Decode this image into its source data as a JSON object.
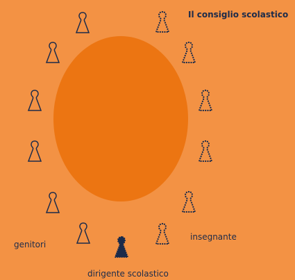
{
  "title": "Il consiglio scolastico",
  "labels": {
    "parents": "genitori",
    "teacher": "insegnante",
    "head": "dirigente scolastico"
  },
  "colors": {
    "background": "#f39244",
    "table": "#ec7512",
    "ink": "#1c2b4a"
  },
  "groups": [
    {
      "name": "genitori",
      "count": 6,
      "style": "outline"
    },
    {
      "name": "insegnante",
      "count": 6,
      "style": "dotted"
    },
    {
      "name": "dirigente scolastico",
      "count": 1,
      "style": "filled"
    }
  ]
}
